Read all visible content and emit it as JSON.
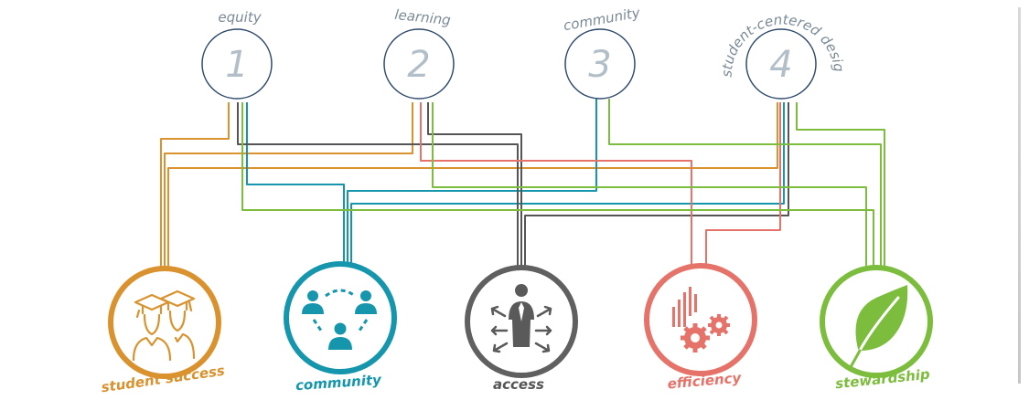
{
  "principles": [
    {
      "number": "1",
      "label": "equity"
    },
    {
      "number": "2",
      "label": "learning"
    },
    {
      "number": "3",
      "label": "community"
    },
    {
      "number": "4",
      "label": "student-centered design"
    }
  ],
  "outcomes": [
    {
      "label": "student success",
      "color": "#d9922e",
      "icon": "graduates-icon"
    },
    {
      "label": "community",
      "color": "#1596ad",
      "icon": "people-network-icon"
    },
    {
      "label": "access",
      "color": "#606060",
      "icon": "person-arrows-icon"
    },
    {
      "label": "efficiency",
      "color": "#e5736a",
      "icon": "gears-chart-icon"
    },
    {
      "label": "stewardship",
      "color": "#7dbd3d",
      "icon": "leaf-icon"
    }
  ],
  "colors": {
    "principle_ring": "#2f4a6b",
    "principle_number": "#b3bfc8",
    "principle_label": "#7a8a96"
  }
}
